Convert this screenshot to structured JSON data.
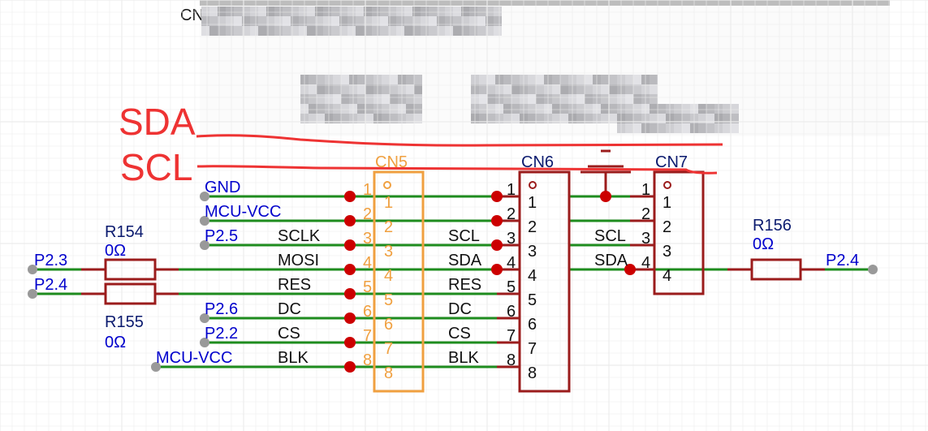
{
  "colors": {
    "wire": "#1e8c1e",
    "pin_maroon": "#9b1c1c",
    "junction": "#cc0000",
    "cn5": "#f0a040",
    "net_label": "#0000cc",
    "designator": "#0a1a6e",
    "annotation": "#ee3333",
    "port": "#999999",
    "grid": "#ececec"
  },
  "top_partial_text": "CN",
  "annotations": [
    {
      "label": "SDA"
    },
    {
      "label": "SCL"
    }
  ],
  "left_nets": [
    {
      "net": "GND",
      "signal": ""
    },
    {
      "net": "MCU-VCC",
      "signal": ""
    },
    {
      "net": "P2.5",
      "signal": "SCLK"
    },
    {
      "net": "",
      "signal": "MOSI"
    },
    {
      "net": "",
      "signal": "RES"
    },
    {
      "net": "P2.6",
      "signal": "DC"
    },
    {
      "net": "P2.2",
      "signal": "CS"
    },
    {
      "net": "MCU-VCC",
      "signal": "BLK"
    }
  ],
  "resistors": [
    {
      "ref": "R154",
      "value": "0Ω",
      "net": "P2.3"
    },
    {
      "ref": "R155",
      "value": "0Ω",
      "net": "P2.4"
    },
    {
      "ref": "R156",
      "value": "0Ω",
      "net": "P2.4"
    }
  ],
  "cn5": {
    "ref": "CN5",
    "pins": [
      "1",
      "2",
      "3",
      "4",
      "5",
      "6",
      "7",
      "8"
    ]
  },
  "cn6": {
    "ref": "CN6",
    "pins": [
      "1",
      "2",
      "3",
      "4",
      "5",
      "6",
      "7",
      "8"
    ],
    "signals": [
      "",
      "",
      "SCL",
      "SDA",
      "RES",
      "DC",
      "CS",
      "BLK"
    ]
  },
  "cn7": {
    "ref": "CN7",
    "pins": [
      "1",
      "2",
      "3",
      "4"
    ],
    "signals": [
      "",
      "",
      "SCL",
      "SDA"
    ]
  }
}
